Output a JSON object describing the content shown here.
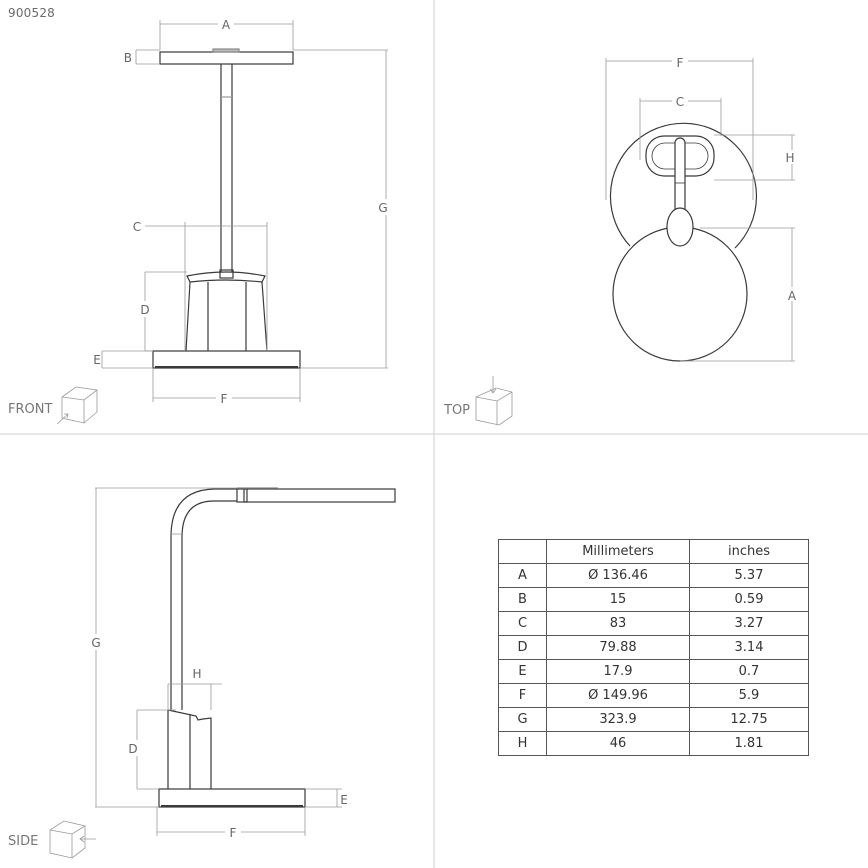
{
  "document": {
    "id": "900528"
  },
  "views": {
    "front": {
      "label": "FRONT",
      "dims": {
        "A": "A",
        "B": "B",
        "C": "C",
        "D": "D",
        "E": "E",
        "F": "F",
        "G": "G"
      }
    },
    "top": {
      "label": "TOP",
      "dims": {
        "F": "F",
        "C": "C",
        "H": "H",
        "A": "A"
      }
    },
    "side": {
      "label": "SIDE",
      "dims": {
        "G": "G",
        "H": "H",
        "D": "D",
        "E": "E",
        "F": "F"
      }
    }
  },
  "table": {
    "headers": [
      "",
      "Millimeters",
      "inches"
    ],
    "rows": [
      [
        "A",
        "Ø 136.46",
        "5.37"
      ],
      [
        "B",
        "15",
        "0.59"
      ],
      [
        "C",
        "83",
        "3.27"
      ],
      [
        "D",
        "79.88",
        "3.14"
      ],
      [
        "E",
        "17.9",
        "0.7"
      ],
      [
        "F",
        "Ø 149.96",
        "5.9"
      ],
      [
        "G",
        "323.9",
        "12.75"
      ],
      [
        "H",
        "46",
        "1.81"
      ]
    ]
  },
  "colors": {
    "outline": "#3a3a3a",
    "dimension": "#9a9a9a",
    "divider": "#cfcfcf",
    "text": "#666666"
  }
}
